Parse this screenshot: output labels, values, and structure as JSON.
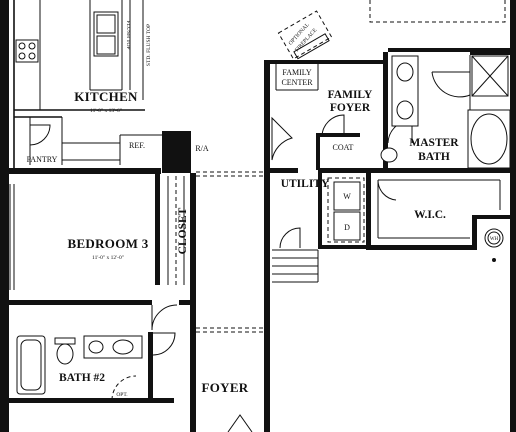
{
  "rooms": {
    "kitchen": {
      "name": "KITCHEN",
      "dims": "11'-0\" x 13'-6\""
    },
    "bedroom3": {
      "name": "BEDROOM 3",
      "dims": "11'-0\" x 12'-0\""
    },
    "closet": {
      "name": "CLOSET"
    },
    "pantry": {
      "name": "PANTRY"
    },
    "ref": {
      "name": "REF."
    },
    "ra": {
      "name": "R/A"
    },
    "bath2": {
      "name": "BATH #2"
    },
    "foyer": {
      "name": "FOYER"
    },
    "utility": {
      "name": "UTILITY"
    },
    "family_foyer": {
      "line1": "FAMILY",
      "line2": "FOYER"
    },
    "family_center": {
      "line1": "FAMILY",
      "line2": "CENTER"
    },
    "coat": {
      "name": "COAT"
    },
    "master_bath": {
      "line1": "MASTER",
      "line2": "BATH"
    },
    "wic": {
      "name": "W.I.C."
    },
    "optional_fireplace": {
      "line1": "OPTIONAL",
      "line2": "FIREPLACE"
    }
  },
  "fixtures": {
    "washer": "W",
    "dryer": "D",
    "water_heater": "WH",
    "flush_top": "FLUSH TOP",
    "std_flush_top": "STD. FLUSH TOP",
    "opt": "OPT."
  }
}
